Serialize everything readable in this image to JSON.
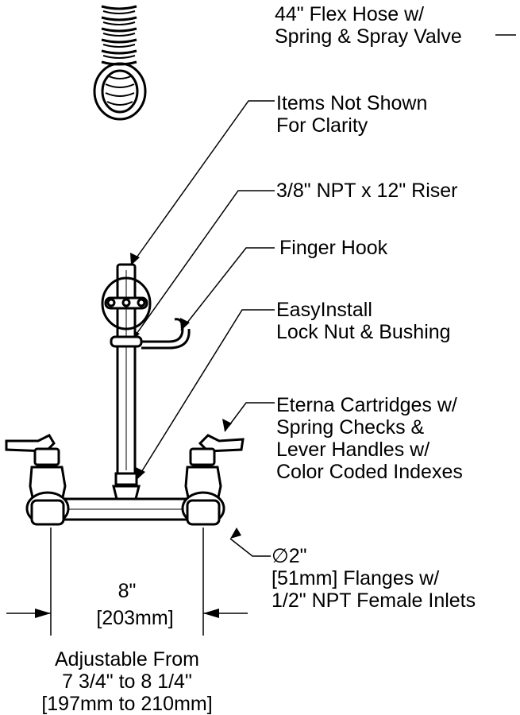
{
  "callouts": {
    "flex_hose": {
      "line1": "44\" Flex Hose w/",
      "line2": "Spring & Spray Valve"
    },
    "not_shown": {
      "line1": "Items Not Shown",
      "line2": "For Clarity"
    },
    "riser": {
      "line1": "3/8\" NPT x 12\" Riser"
    },
    "finger_hook": {
      "line1": "Finger Hook"
    },
    "lock_nut": {
      "line1": "EasyInstall",
      "line2": "Lock Nut & Bushing"
    },
    "cartridges": {
      "line1": "Eterna Cartridges w/",
      "line2": "Spring Checks &",
      "line3": "Lever Handles w/",
      "line4": "Color Coded Indexes"
    },
    "flanges": {
      "symbol": "∅2\"",
      "line2": "[51mm] Flanges w/",
      "line3": "1/2\" NPT Female Inlets"
    }
  },
  "dimension": {
    "inches": "8\"",
    "mm": "203mm",
    "line1": "Adjustable From",
    "line2": "7 3/4\" to 8 1/4\"",
    "line3": "[197mm to 210mm]"
  }
}
